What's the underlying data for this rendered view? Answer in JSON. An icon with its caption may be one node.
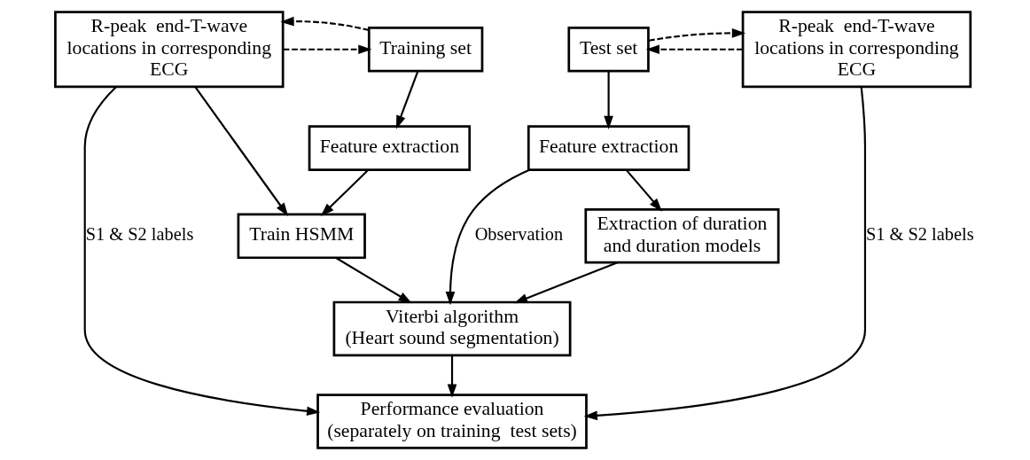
{
  "diagram": {
    "nodes": [
      {
        "text": [
          "R-peak  end-T-wave locations in corresponding ECG"
        ]
      },
      {
        "text": [
          "Training set"
        ]
      },
      {
        "text": [
          "Test set"
        ]
      },
      {
        "text": [
          "R-peak  end-T-wave locations in corresponding ECG"
        ]
      },
      {
        "text": [
          "Feature extraction"
        ]
      },
      {
        "text": [
          "Feature extraction"
        ]
      },
      {
        "text": [
          "Train HSMM"
        ]
      },
      {
        "text": [
          "Extraction of duration and duration models"
        ]
      },
      {
        "text": [
          "Viterbi algorithm (Heart sound segmentation)"
        ]
      },
      {
        "text": [
          "Performance evaluation (separately on training  test sets)"
        ]
      }
    ],
    "edges": [
      {
        "from": 0,
        "to": 1,
        "arrow": "to",
        "style": "dashed"
      },
      {
        "from": 1,
        "to": 0,
        "arrow": "to",
        "style": "dashed"
      },
      {
        "from": 3,
        "to": 2,
        "arrow": "to",
        "style": "dashed"
      },
      {
        "from": 2,
        "to": 3,
        "arrow": "to",
        "style": "dashed"
      },
      {
        "from": 1,
        "to": 4,
        "arrow": "to"
      },
      {
        "from": 2,
        "to": 5,
        "arrow": "to"
      },
      {
        "from": 4,
        "to": 6,
        "arrow": "to"
      },
      {
        "from": 5,
        "to": 7,
        "arrow": "to"
      },
      {
        "from": 0,
        "to": 6,
        "arrow": "to"
      },
      {
        "from": 5,
        "to": 8,
        "arrow": "to",
        "label": "Observation"
      },
      {
        "from": 7,
        "to": 8,
        "arrow": "to"
      },
      {
        "from": 6,
        "to": 8,
        "arrow": "to"
      },
      {
        "from": 8,
        "to": 9,
        "arrow": "to"
      },
      {
        "from": 0,
        "to": 9,
        "arrow": "to",
        "label": "S1 & S2 labels"
      },
      {
        "from": 3,
        "to": 9,
        "arrow": "to",
        "label": "S1 & S2 labels"
      }
    ]
  }
}
